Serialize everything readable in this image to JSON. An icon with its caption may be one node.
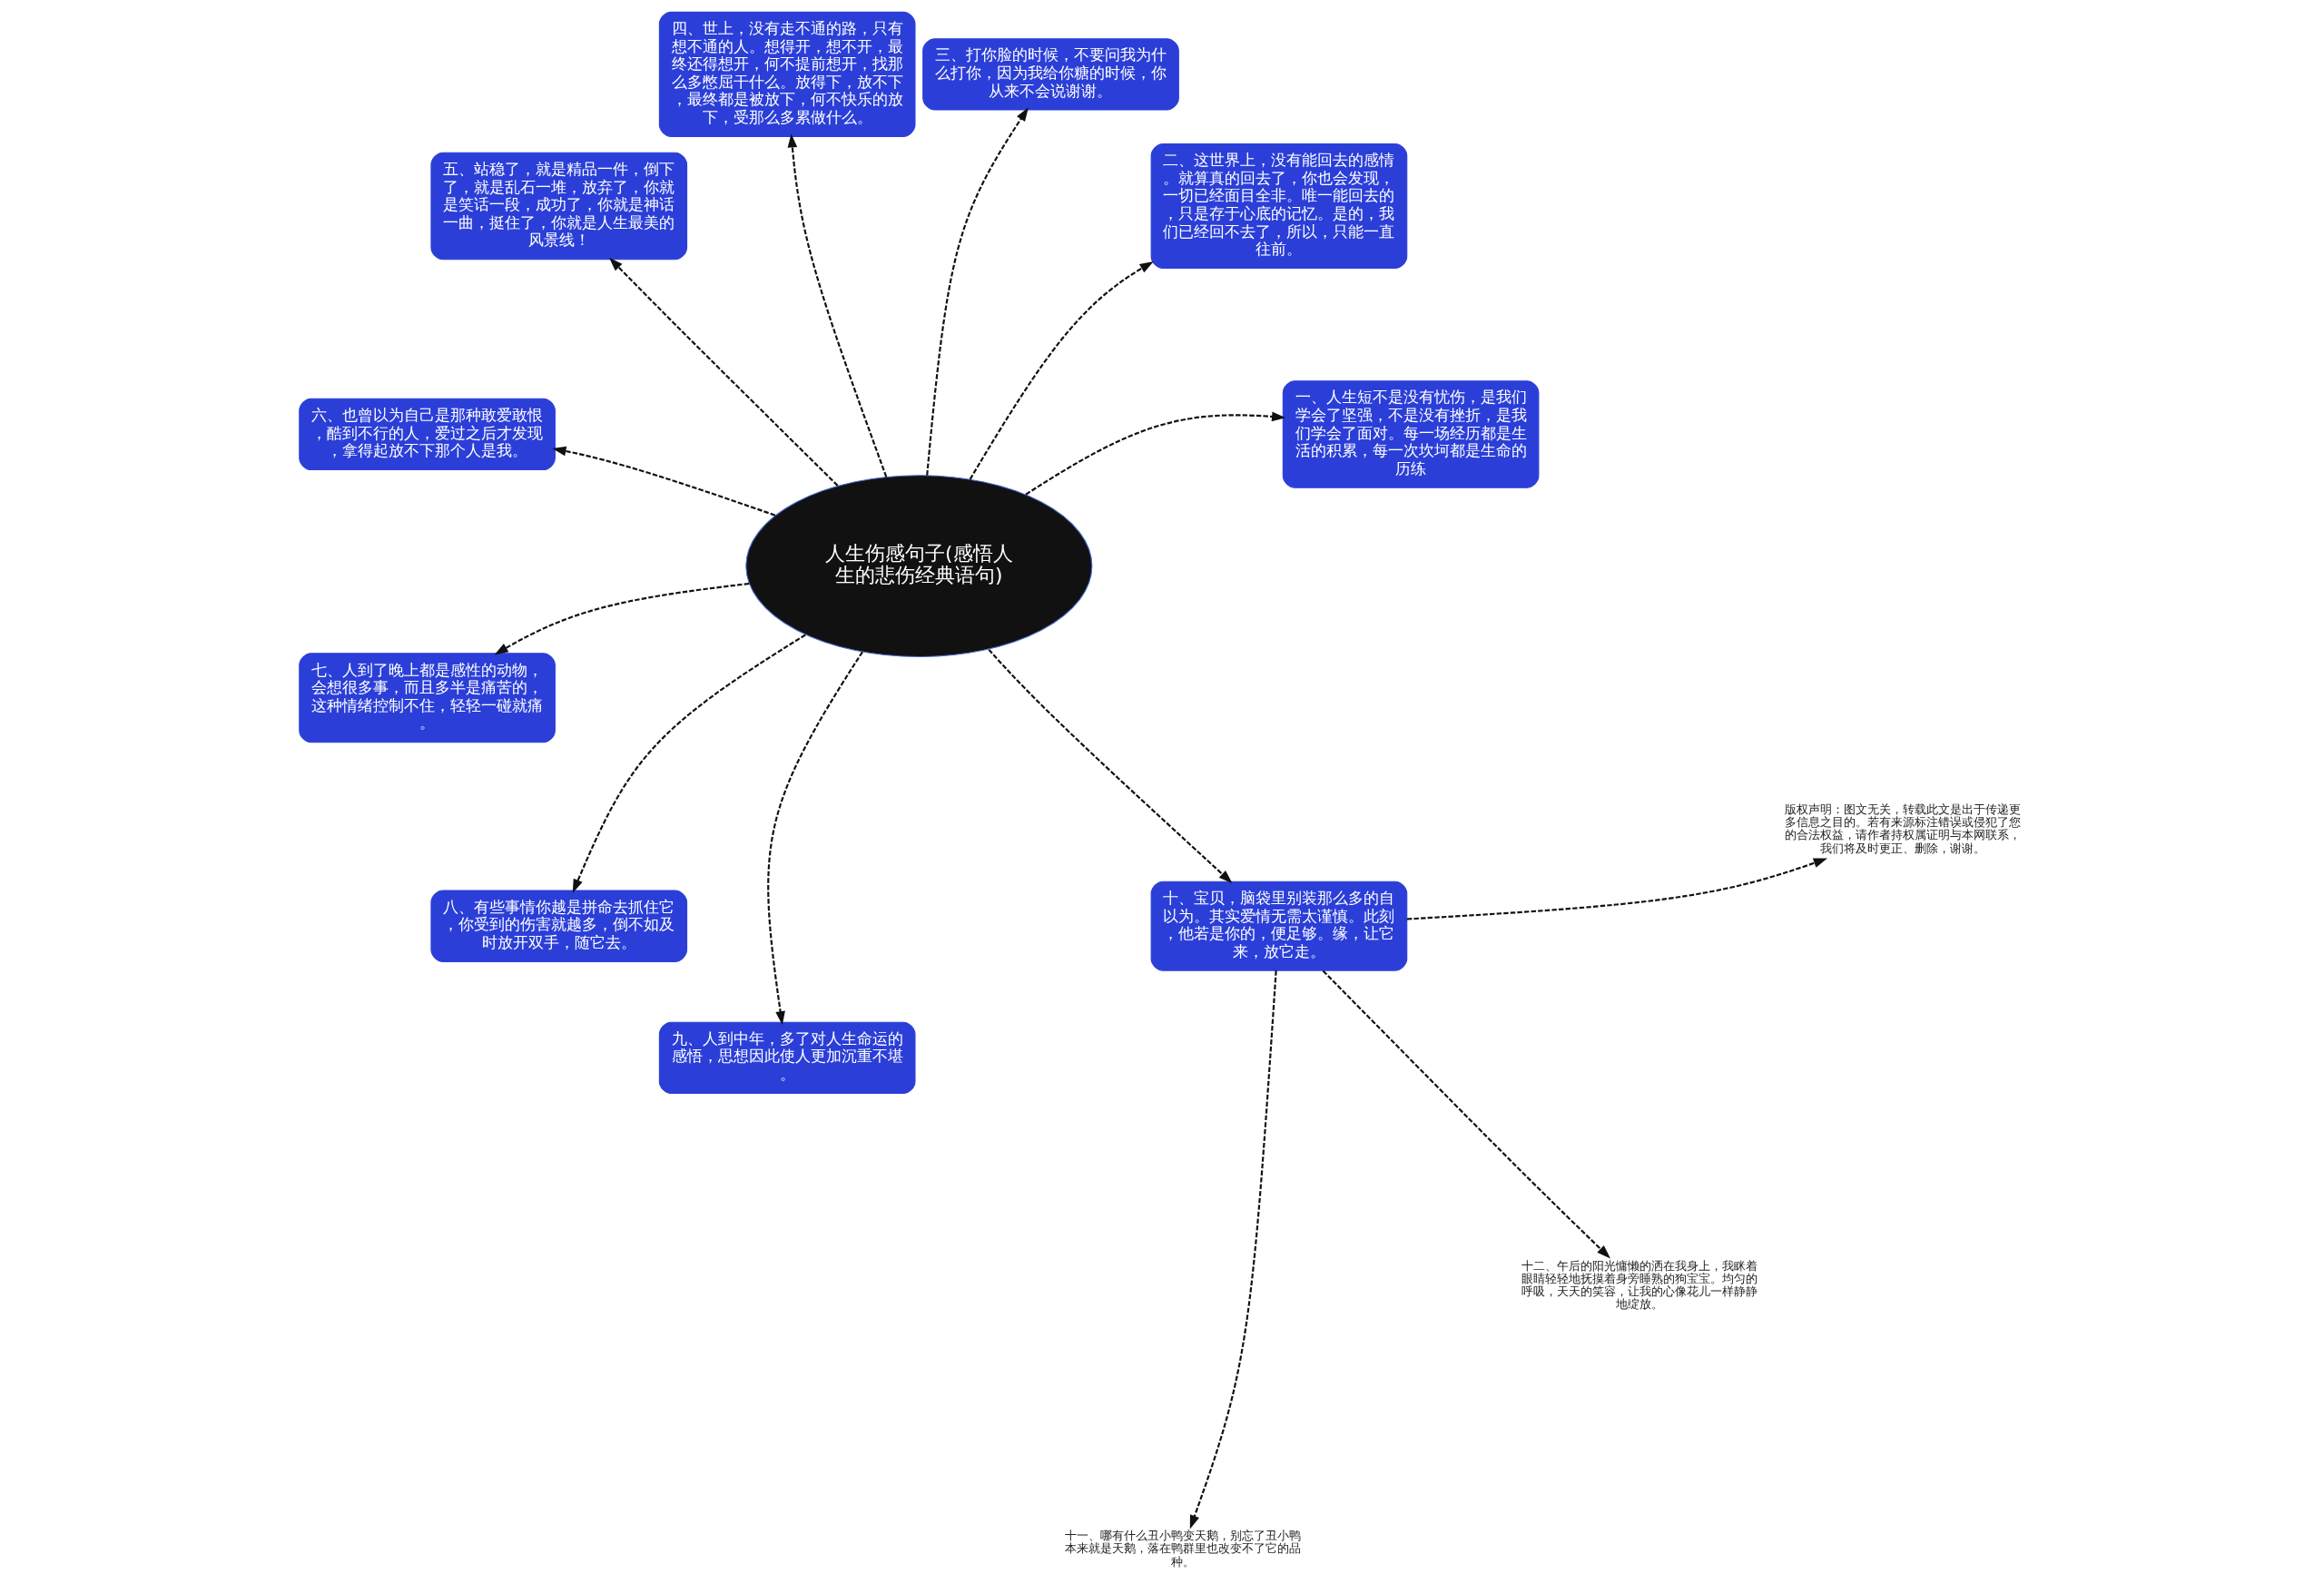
{
  "diagram": {
    "nodes": [
      {
        "text": [
          "人生伤感句子(感悟人生的悲伤经典语句)"
        ]
      },
      {
        "text": [
          "一、人生短不是没有忧伤，是我们学会了坚强，不是没有挫折，是我们学会了面对。每一场经历都是生活的积累，每一次坎坷都是生命的历练"
        ]
      },
      {
        "text": [
          "二、这世界上，没有能回去的感情。就算真的回去了，你也会发现，一切已经面目全非。唯一能回去的，只是存于心底的记忆。是的，我们已经回不去了，所以，只能一直往前。"
        ]
      },
      {
        "text": [
          "三、打你脸的时候，不要问我为什么打你，因为我给你糖的时候，你从来不会说谢谢。"
        ]
      },
      {
        "text": [
          "四、世上，没有走不通的路，只有想不通的人。想得开，想不开，最终还得想开，何不提前想开，找那么多憋屈干什么。放得下，放不下，最终都是被放下，何不快乐的放下，受那么多累做什么。"
        ]
      },
      {
        "text": [
          "五、站稳了，就是精品一件，倒下了，就是乱石一堆，放弃了，你就是笑话一段，成功了，你就是神话一曲，挺住了，你就是人生最美的风景线！"
        ]
      },
      {
        "text": [
          "六、也曾以为自己是那种敢爱敢恨，酷到不行的人，爱过之后才发现，拿得起放不下那个人是我。"
        ]
      },
      {
        "text": [
          "七、人到了晚上都是感性的动物，会想很多事，而且多半是痛苦的，这种情绪控制不住，轻轻一碰就痛。"
        ]
      },
      {
        "text": [
          "八、有些事情你越是拼命去抓住它，你受到的伤害就越多，倒不如及时放开双手，随它去。"
        ]
      },
      {
        "text": [
          "九、人到中年，多了对人生命运的感悟，思想因此使人更加沉重不堪。"
        ]
      },
      {
        "text": [
          "十、宝贝，脑袋里别装那么多的自以为。其实爱情无需太谨慎。此刻，他若是你的，便足够。缘，让它来，放它走。"
        ]
      },
      {
        "text": [
          "十一、哪有什么丑小鸭变天鹅，别忘了丑小鸭本来就是天鹅，落在鸭群里也改变不了它的品种。"
        ]
      },
      {
        "text": [
          "十二、午后的阳光慵懒的洒在我身上，我眯着眼睛轻轻地抚摸着身旁睡熟的狗宝宝。均匀的呼吸，天天的笑容，让我的心像花儿一样静静地绽放。"
        ]
      },
      {
        "text": [
          "版权声明：图文无关，转载此文是出于传递更多信息之目的。若有来源标注错误或侵犯了您的合法权益，请作者持权属证明与本网联系，我们将及时更正、删除，谢谢。"
        ]
      }
    ],
    "edges": [
      {
        "from": 0,
        "to": 1,
        "arrow": "to",
        "style": "dashed"
      },
      {
        "from": 0,
        "to": 2,
        "arrow": "to",
        "style": "dashed"
      },
      {
        "from": 0,
        "to": 3,
        "arrow": "to",
        "style": "dashed"
      },
      {
        "from": 0,
        "to": 4,
        "arrow": "to",
        "style": "dashed"
      },
      {
        "from": 0,
        "to": 5,
        "arrow": "to",
        "style": "dashed"
      },
      {
        "from": 0,
        "to": 6,
        "arrow": "to",
        "style": "dashed"
      },
      {
        "from": 0,
        "to": 7,
        "arrow": "to",
        "style": "dashed"
      },
      {
        "from": 0,
        "to": 8,
        "arrow": "to",
        "style": "dashed"
      },
      {
        "from": 0,
        "to": 9,
        "arrow": "to",
        "style": "dashed"
      },
      {
        "from": 0,
        "to": 10,
        "arrow": "to",
        "style": "dashed"
      },
      {
        "from": 10,
        "to": 11,
        "arrow": "to",
        "style": "dashed"
      },
      {
        "from": 10,
        "to": 12,
        "arrow": "to",
        "style": "dashed"
      },
      {
        "from": 10,
        "to": 13,
        "arrow": "to",
        "style": "dashed"
      }
    ]
  }
}
